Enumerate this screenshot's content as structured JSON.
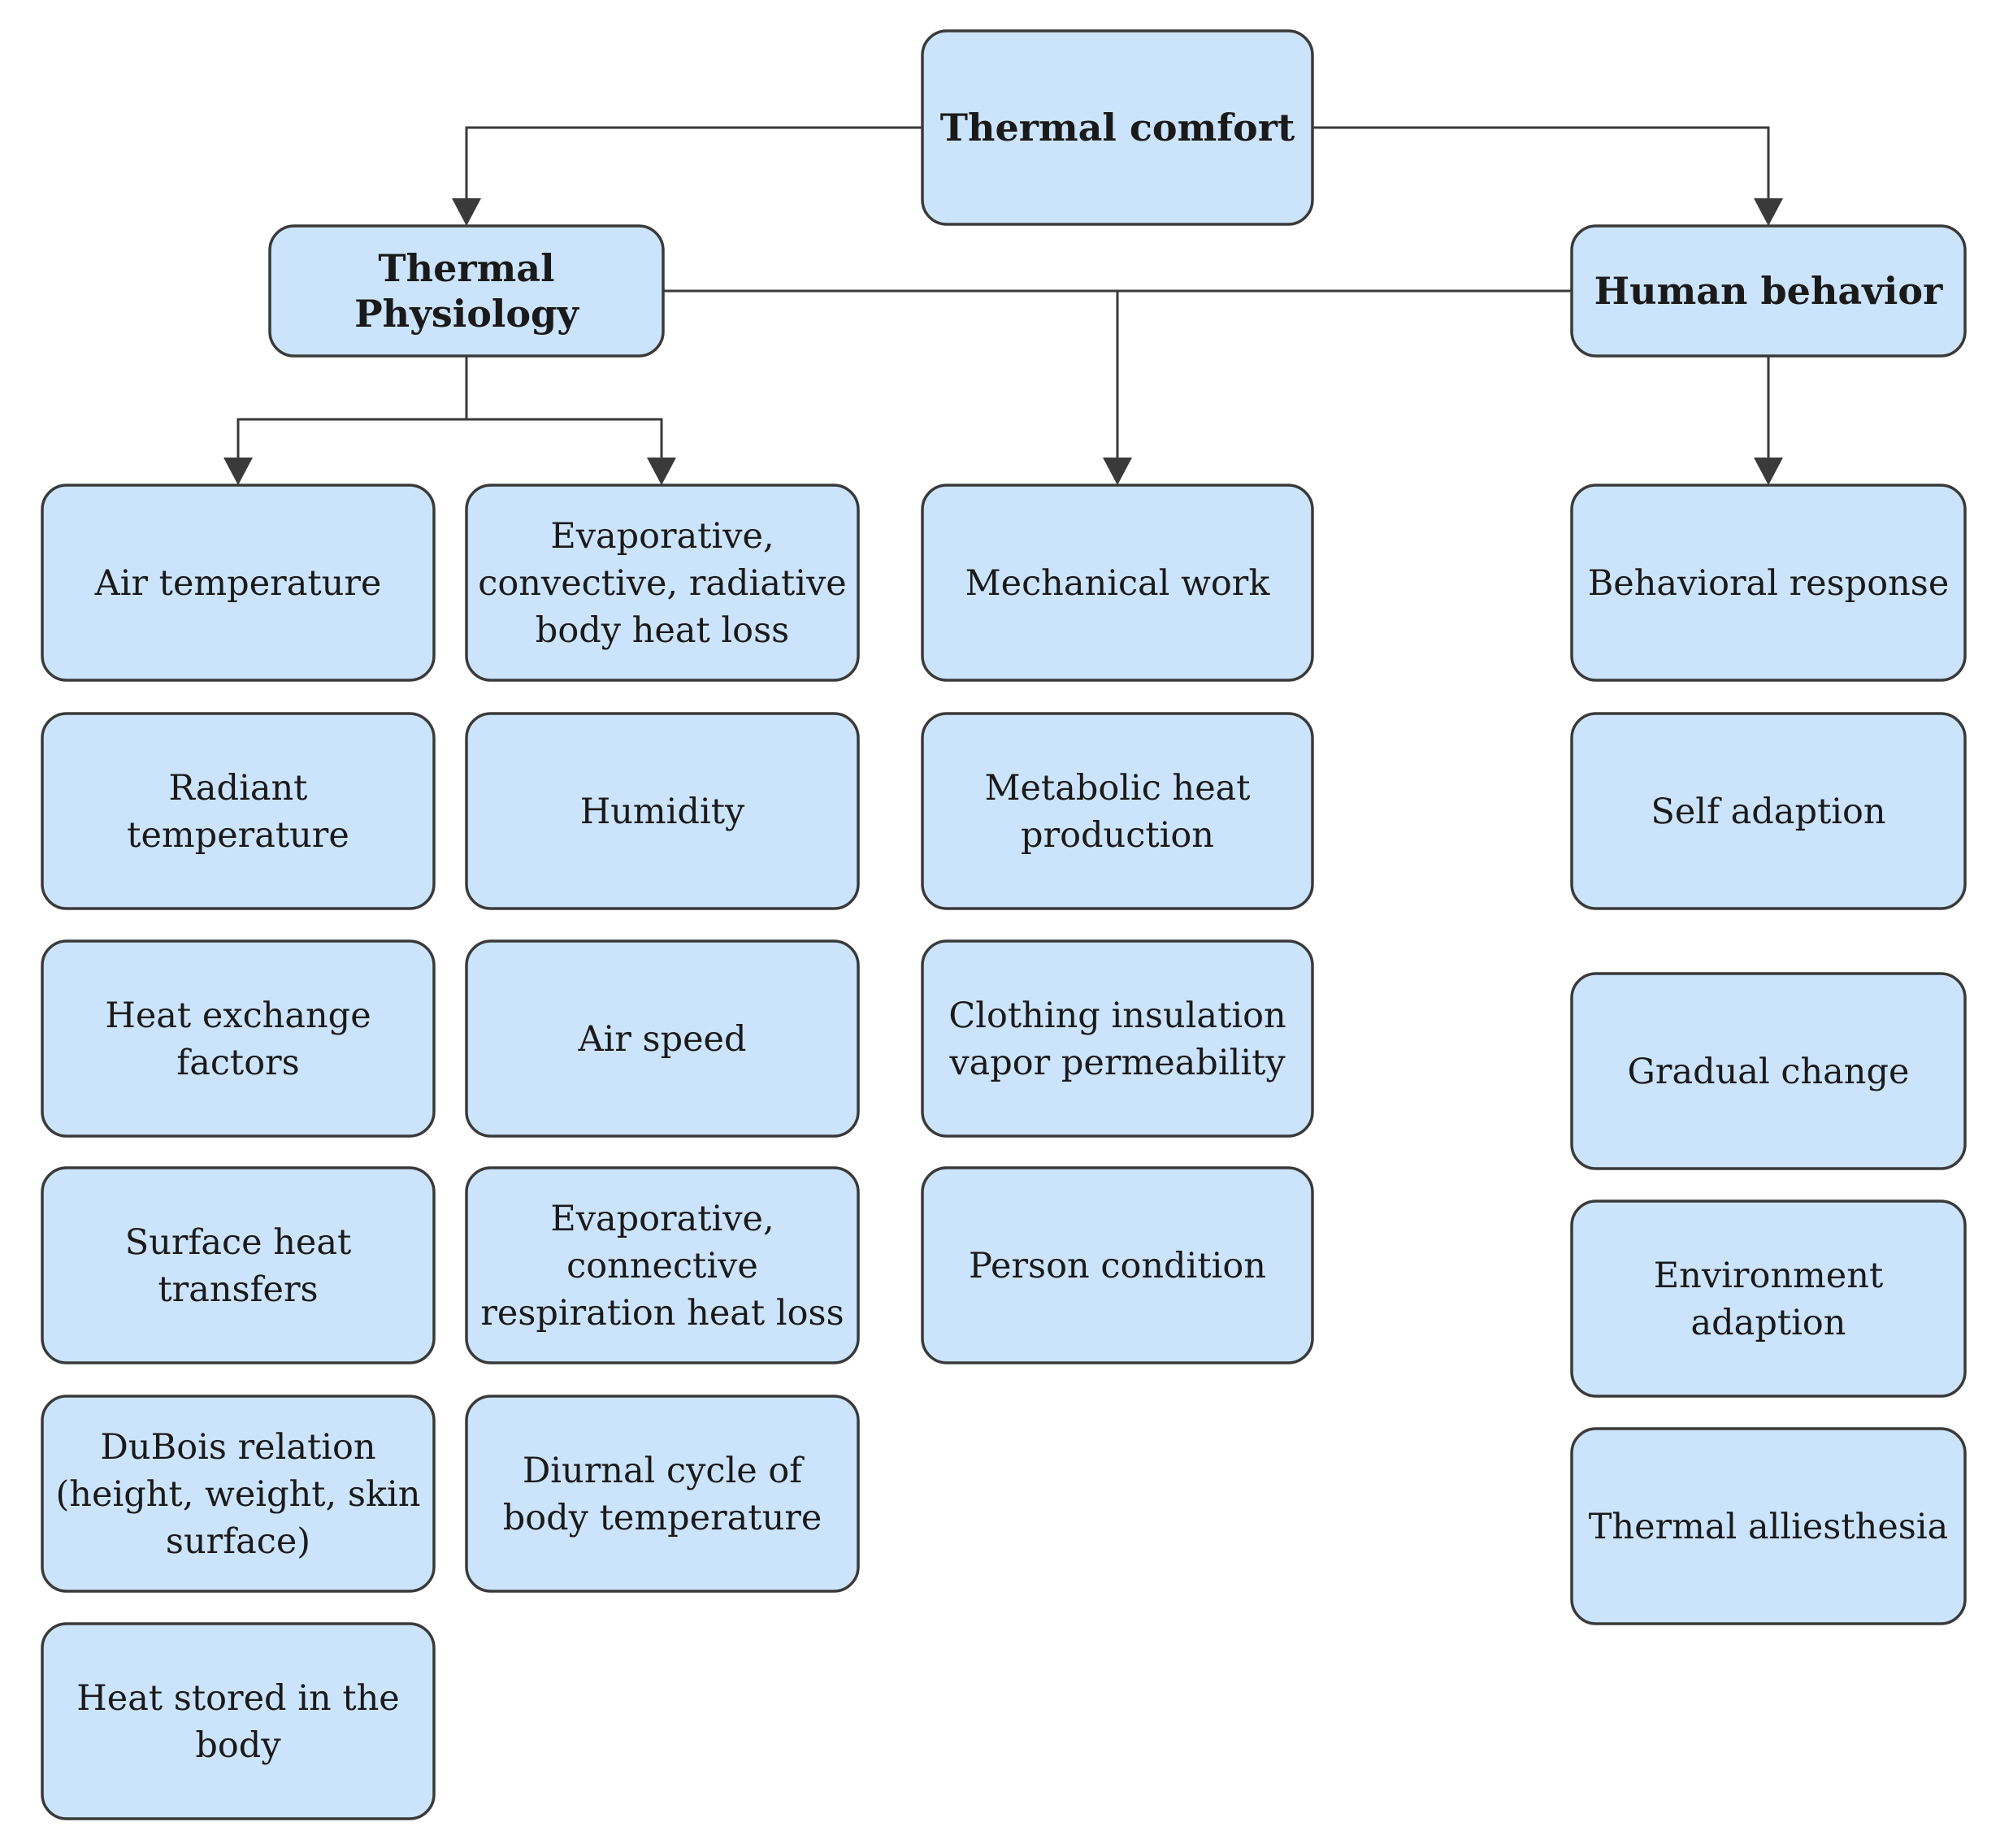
{
  "diagram": {
    "root": "Thermal comfort",
    "thermal_physiology": "Thermal Physiology",
    "human_behavior": "Human behavior",
    "physiology_col1": [
      "Air temperature",
      "Radiant temperature",
      "Heat exchange factors",
      "Surface heat transfers",
      "DuBois relation (height, weight, skin surface)",
      "Heat stored in the body"
    ],
    "physiology_col2": [
      "Evaporative, convective, radiative body heat loss",
      "Humidity",
      "Air speed",
      "Evaporative, connective respiration heat loss",
      "Diurnal cycle of body temperature"
    ],
    "shared_col": [
      "Mechanical work",
      "Metabolic heat production",
      "Clothing insulation vapor permeability",
      "Person condition"
    ],
    "behavior_col": [
      "Behavioral response",
      "Self adaption",
      "Gradual change",
      "Environment adaption",
      "Thermal alliesthesia"
    ]
  },
  "colors": {
    "box_fill": "#cce4fb",
    "box_stroke": "#3a3a3a",
    "connector": "#3a3a3a"
  }
}
